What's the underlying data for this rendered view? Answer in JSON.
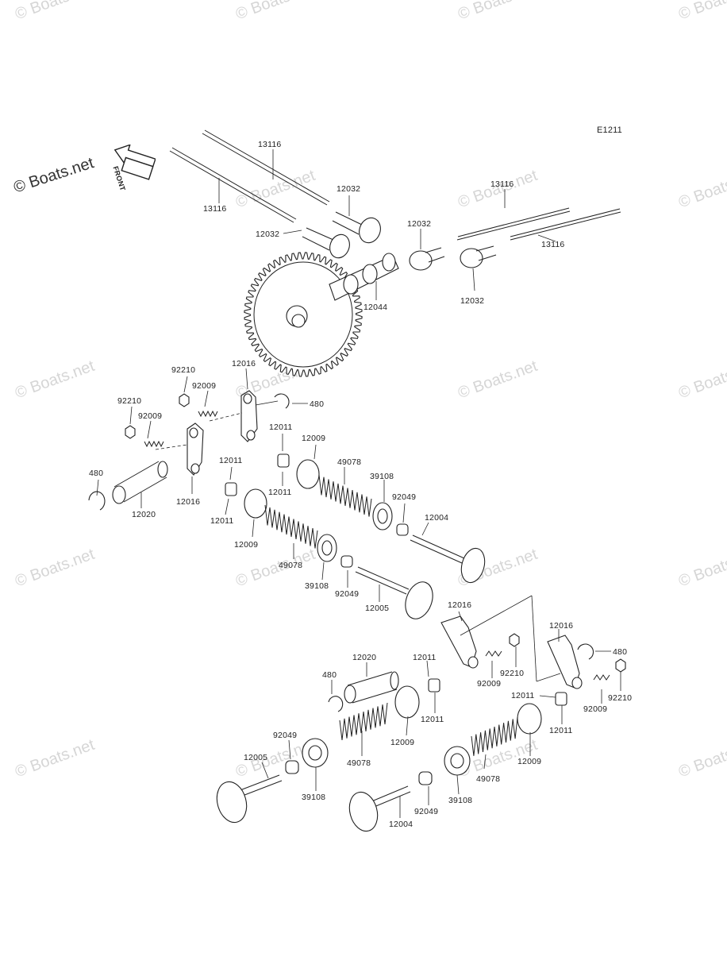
{
  "diagram_code": "E1211",
  "front_label": "FRONT",
  "watermark": "© Boats.net",
  "parts": {
    "p13116_a": "13116",
    "p13116_b": "13116",
    "p13116_c": "13116",
    "p13116_d": "13116",
    "p12032_a": "12032",
    "p12032_b": "12032",
    "p12032_c": "12032",
    "p12032_d": "12032",
    "p12044": "12044",
    "p92210_a": "92210",
    "p92210_b": "92210",
    "p92210_c": "92210",
    "p92210_d": "92210",
    "p92009_a": "92009",
    "p92009_b": "92009",
    "p92009_c": "92009",
    "p92009_d": "92009",
    "p12016_a": "12016",
    "p12016_b": "12016",
    "p12016_c": "12016",
    "p12016_d": "12016",
    "p480_a": "480",
    "p480_b": "480",
    "p480_c": "480",
    "p480_d": "480",
    "p12011_a": "12011",
    "p12011_b": "12011",
    "p12011_c": "12011",
    "p12011_d": "12011",
    "p12011_e": "12011",
    "p12011_f": "12011",
    "p12011_g": "12011",
    "p12011_h": "12011",
    "p12009_a": "12009",
    "p12009_b": "12009",
    "p12009_c": "12009",
    "p12009_d": "12009",
    "p49078_a": "49078",
    "p49078_b": "49078",
    "p49078_c": "49078",
    "p49078_d": "49078",
    "p39108_a": "39108",
    "p39108_b": "39108",
    "p39108_c": "39108",
    "p39108_d": "39108",
    "p92049_a": "92049",
    "p92049_b": "92049",
    "p92049_c": "92049",
    "p92049_d": "92049",
    "p12004_a": "12004",
    "p12004_b": "12004",
    "p12005_a": "12005",
    "p12005_b": "12005",
    "p12020_a": "12020",
    "p12020_b": "12020"
  }
}
